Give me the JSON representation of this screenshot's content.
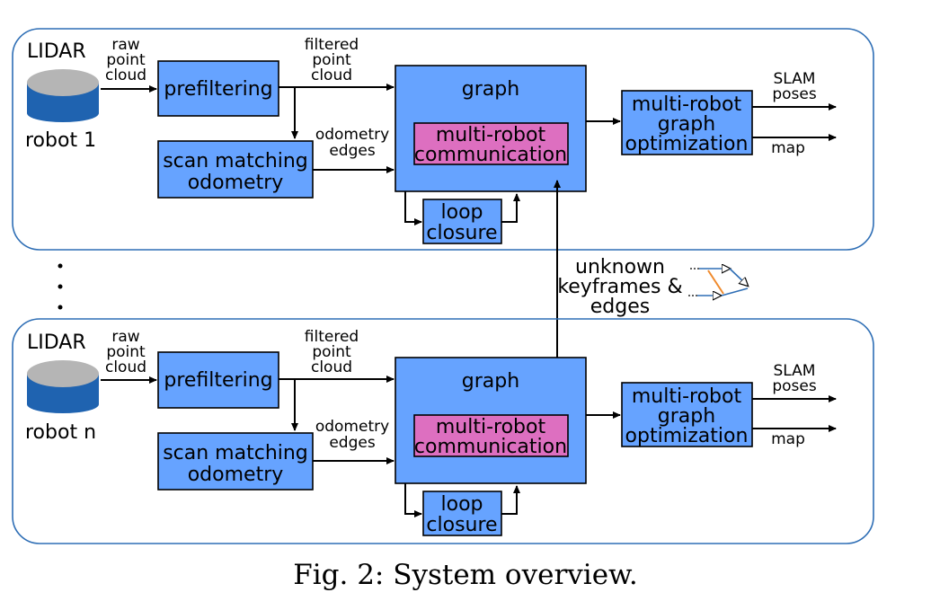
{
  "robot1": {
    "sensor": "LIDAR",
    "robot": "robot 1",
    "raw": [
      "raw",
      "point",
      "cloud"
    ],
    "filtered": [
      "filtered",
      "point",
      "cloud"
    ],
    "odom": [
      "odometry",
      "edges"
    ],
    "prefiltering": "prefiltering",
    "scan": [
      "scan matching",
      "odometry"
    ],
    "graph": "graph",
    "comm": [
      "multi-robot",
      "communication"
    ],
    "loop": [
      "loop",
      "closure"
    ],
    "opt": [
      "multi-robot",
      "graph",
      "optimization"
    ],
    "slam": [
      "SLAM",
      "poses"
    ],
    "map": "map"
  },
  "robotn": {
    "sensor": "LIDAR",
    "robot": "robot n",
    "raw": [
      "raw",
      "point",
      "cloud"
    ],
    "filtered": [
      "filtered",
      "point",
      "cloud"
    ],
    "odom": [
      "odometry",
      "edges"
    ],
    "prefiltering": "prefiltering",
    "scan": [
      "scan matching",
      "odometry"
    ],
    "graph": "graph",
    "comm": [
      "multi-robot",
      "communication"
    ],
    "loop": [
      "loop",
      "closure"
    ],
    "opt": [
      "multi-robot",
      "graph",
      "optimization"
    ],
    "slam": [
      "SLAM",
      "poses"
    ],
    "map": "map"
  },
  "shared": [
    "unknown",
    "keyframes &",
    "edges"
  ],
  "colors": {
    "box": "#66a3ff",
    "comm_box": "#dd6fc0",
    "panel_border": "#2e6eb5",
    "lidar_top": "#b5b5b5",
    "lidar_body": "#1f63b0",
    "edge_orange": "#f08a2c"
  },
  "caption": "Fig. 2: System overview."
}
